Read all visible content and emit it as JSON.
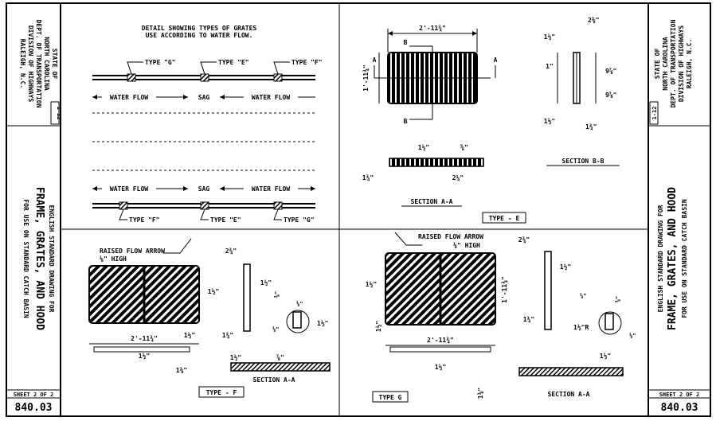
{
  "left_block": {
    "state": "STATE OF",
    "nc": "NORTH CAROLINA",
    "dept": "DEPT. OF TRANSPORTATION",
    "div": "DIVISION OF HIGHWAYS",
    "city": "RALEIGH, N.C.",
    "date": "1-12",
    "std1": "ENGLISH STANDARD DRAWING FOR",
    "std2": "FRAME, GRATES, AND HOOD",
    "std3": "FOR USE ON STANDARD CATCH BASIN",
    "sheet": "SHEET 2 OF 2",
    "number": "840.03"
  },
  "right_block": {
    "state": "STATE OF",
    "nc": "NORTH CAROLINA",
    "dept": "DEPT. OF TRANSPORTATION",
    "div": "DIVISION OF HIGHWAYS",
    "city": "RALEIGH, N.C.",
    "date": "1-12",
    "std1": "ENGLISH STANDARD DRAWING FOR",
    "std2": "FRAME, GRATES, AND HOOD",
    "std3": "FOR USE ON STANDARD CATCH BASIN",
    "sheet": "SHEET 2 OF 2",
    "number": "840.03"
  },
  "detail": {
    "title1": "DETAIL SHOWING TYPES OF GRATES",
    "title2": "USE ACCORDING TO WATER FLOW.",
    "top_types": [
      "TYPE \"G\"",
      "TYPE \"E\"",
      "TYPE \"F\""
    ],
    "top_flow": [
      "WATER FLOW",
      "SAG",
      "WATER FLOW"
    ],
    "bottom_flow": [
      "WATER FLOW",
      "SAG",
      "WATER FLOW"
    ],
    "bottom_types": [
      "TYPE \"F\"",
      "TYPE \"E\"",
      "TYPE \"G\""
    ]
  },
  "type_e": {
    "width": "2'-11¾\"",
    "height": "1'-11¾\"",
    "b_label": "B",
    "a_label": "A",
    "dim_1half": "1½\"",
    "dim_1": "1\"",
    "dim_978a": "9⅞\"",
    "dim_978b": "9⅞\"",
    "dim_238": "2⅜\"",
    "dim_134": "1¾\"",
    "dim_112b": "1½\"",
    "section_bb": "SECTION B-B",
    "secA_112": "1½\"",
    "secA_58": "⅝\"",
    "secA_134": "1¾\"",
    "secA_214": "2¼\"",
    "section_aa": "SECTION A-A",
    "type_label": "TYPE - E"
  },
  "type_f": {
    "arrow1": "RAISED FLOW ARROW",
    "arrow2": "⅛\" HIGH",
    "dim_234": "2¾\"",
    "dim_112a": "1½\"",
    "dim_112b": "1½\"",
    "dim_112c": "1½\"",
    "dim_112d": "1½\"",
    "dim_38": "⅜\"",
    "dim_18a": "⅛\"",
    "dim_18b": "⅛\"",
    "dim_134": "1¾\"",
    "width": "2'-11¾\"",
    "dim_112e": "1½\"",
    "dim_112f": "1½\"",
    "dim_78": "⅞\"",
    "dim_138": "1⅜\"",
    "type_label": "TYPE - F",
    "section": "SECTION A-A"
  },
  "type_g": {
    "arrow1": "RAISED FLOW ARROW",
    "arrow2": "⅛\" HIGH",
    "dim_112a": "1½\"",
    "height": "1'-11¾\"",
    "dim_112b": "1½\"",
    "dim_234": "2¾\"",
    "dim_112c": "1½\"",
    "dim_134": "1¾\"",
    "dim_18a": "⅛\"",
    "dim_38": "⅜\"",
    "dim_112r": "1½\"R",
    "dim_18b": "⅛\"",
    "width": "2'-11¾\"",
    "dim_112d": "1½\"",
    "dim_138": "1⅜\"",
    "dim_112e": "1½\"",
    "type_label": "TYPE G",
    "section": "SECTION A-A"
  }
}
